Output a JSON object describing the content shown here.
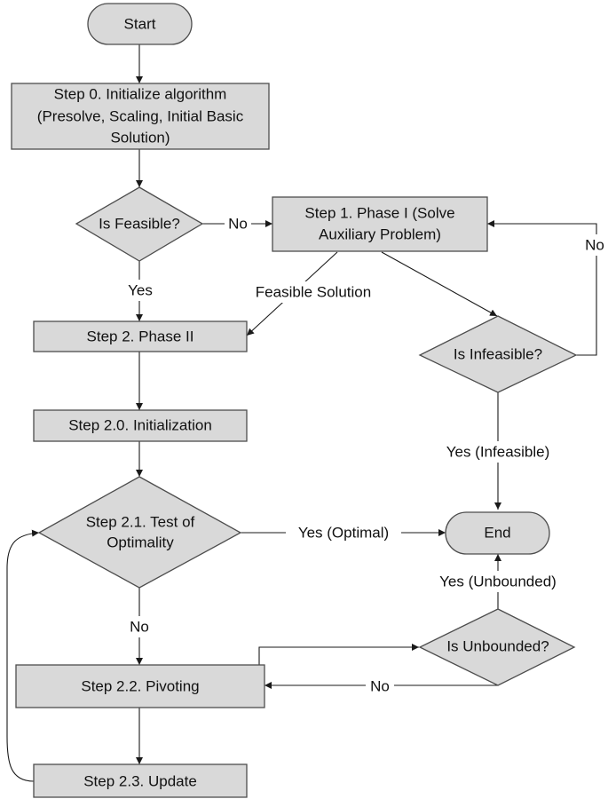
{
  "nodes": {
    "start": "Start",
    "step0_line1": "Step 0. Initialize algorithm",
    "step0_line2": "(Presolve, Scaling, Initial Basic",
    "step0_line3": "Solution)",
    "is_feasible": "Is Feasible?",
    "step1_line1": "Step 1. Phase I (Solve",
    "step1_line2": "Auxiliary Problem)",
    "step2": "Step 2. Phase II",
    "is_infeasible": "Is Infeasible?",
    "step20": "Step 2.0. Initialization",
    "step21_line1": "Step 2.1. Test of",
    "step21_line2": "Optimality",
    "end": "End",
    "is_unbounded": "Is Unbounded?",
    "step22": "Step 2.2. Pivoting",
    "step23": "Step 2.3. Update"
  },
  "edges": {
    "feasible_no": "No",
    "feasible_yes": "Yes",
    "feasible_solution": "Feasible Solution",
    "infeasible_no": "No",
    "infeasible_yes": "Yes (Infeasible)",
    "optimal_yes": "Yes (Optimal)",
    "optimality_no": "No",
    "unbounded_yes": "Yes (Unbounded)",
    "unbounded_no": "No"
  },
  "colors": {
    "node_fill": "#d9d9d9",
    "node_stroke": "#4d4d4d",
    "edge": "#1a1a1a"
  }
}
